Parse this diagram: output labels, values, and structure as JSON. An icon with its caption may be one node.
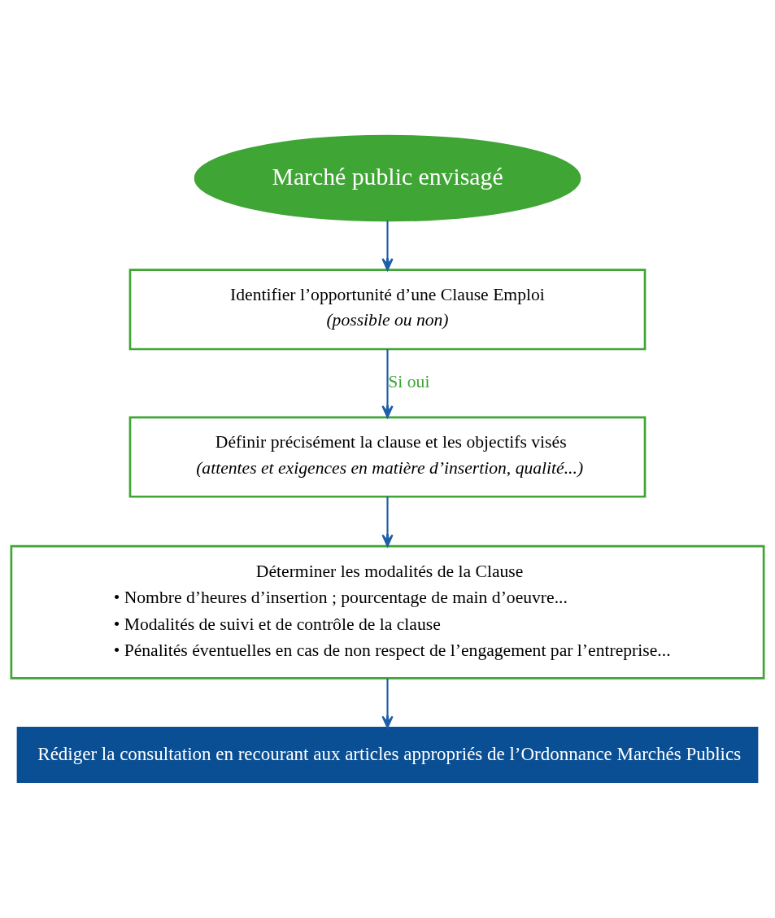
{
  "diagram": {
    "nodes": [
      {
        "text": [
          "Marché public envisagé"
        ]
      },
      {
        "text": [
          "Identifier l’opportunité d’une Clause Emploi",
          "(possible ou non)"
        ]
      },
      {
        "text": [
          "Définir précisément la clause et les objectifs visés",
          "(attentes et exigences en matière d’insertion, qualité...)"
        ]
      },
      {
        "text": [
          "Déterminer les modalités de la Clause",
          "• Nombre d’heures d’insertion ; pourcentage de main d’oeuvre...",
          "• Modalités de suivi et de contrôle de la clause",
          "• Pénalités éventuelles en cas de non respect de l’engagement par l’entreprise..."
        ]
      },
      {
        "text": [
          "Rédiger la consultation en recourant aux articles appropriés de l’Ordonnance Marchés Publics"
        ]
      }
    ],
    "edges": [
      {
        "from": 0,
        "to": 1,
        "arrow": "to"
      },
      {
        "from": 1,
        "to": 2,
        "arrow": "to",
        "label": "Si oui"
      },
      {
        "from": 2,
        "to": 3,
        "arrow": "to"
      },
      {
        "from": 3,
        "to": 4,
        "arrow": "to"
      }
    ]
  }
}
